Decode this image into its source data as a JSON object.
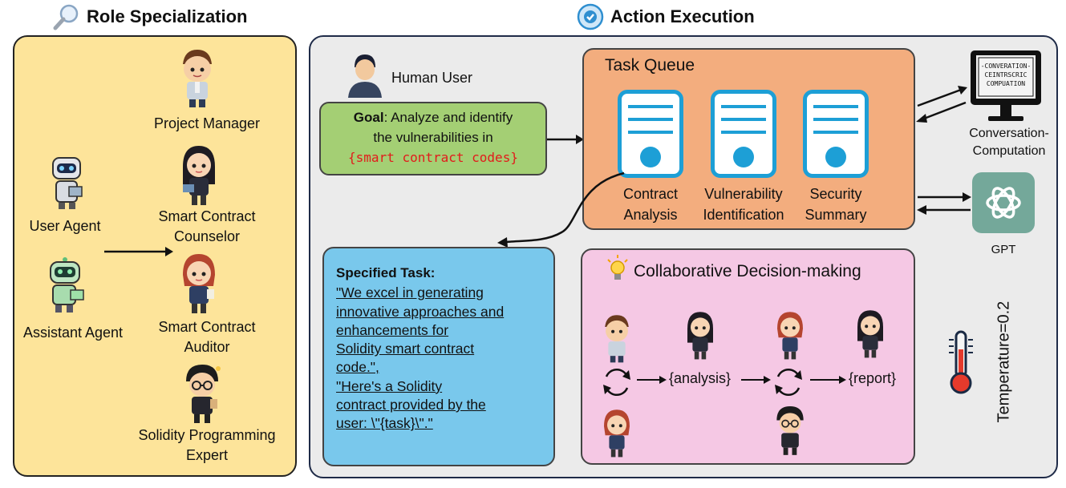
{
  "titles": {
    "role_specialization": "Role Specialization",
    "action_execution": "Action Execution"
  },
  "left_panel": {
    "agents": [
      "User Agent",
      "Assistant Agent"
    ],
    "roles": {
      "project_manager": "Project Manager",
      "counselor_1": "Smart Contract",
      "counselor_2": "Counselor",
      "auditor_1": "Smart Contract",
      "auditor_2": "Auditor",
      "expert_1": "Solidity Programming",
      "expert_2": "Expert"
    }
  },
  "human_user": "Human User",
  "goal": {
    "label": "Goal",
    "text_1": ": Analyze and identify",
    "text_2": "the vulnerabilities in",
    "highlight": "{smart contract codes}"
  },
  "task_queue": {
    "title": "Task Queue",
    "tasks": [
      {
        "line1": "Contract",
        "line2": "Analysis"
      },
      {
        "line1": "Vulnerability",
        "line2": "Identification"
      },
      {
        "line1": "Security",
        "line2": "Summary"
      }
    ]
  },
  "computer": {
    "screen_1": "-CONVERATION-",
    "screen_2": "CEINTRSCRIC",
    "screen_3": "COMPUATION",
    "label_1": "Conversation-",
    "label_2": "Computation"
  },
  "gpt": {
    "label": "GPT"
  },
  "specified_task": {
    "heading": "Specified Task:",
    "lines": [
      "\"We excel in generating",
      "innovative approaches and",
      "enhancements for",
      "Solidity smart contract",
      "code.\",",
      "\"Here's a Solidity",
      "contract provided by the",
      "user: \\\"{task}\\\".\""
    ]
  },
  "collab": {
    "title": "Collaborative Decision-making",
    "analysis": "{analysis}",
    "report": "{report}"
  },
  "temperature": "Temperature=0.2",
  "colors": {
    "left_panel": "#fde49a",
    "goal": "#a4cf74",
    "task_queue": "#f3ad7e",
    "specified_task": "#79c8ec",
    "collab": "#f5c8e4",
    "doc_blue": "#1d9fd6",
    "gpt": "#74a89a",
    "highlight_red": "#e21b1b"
  }
}
